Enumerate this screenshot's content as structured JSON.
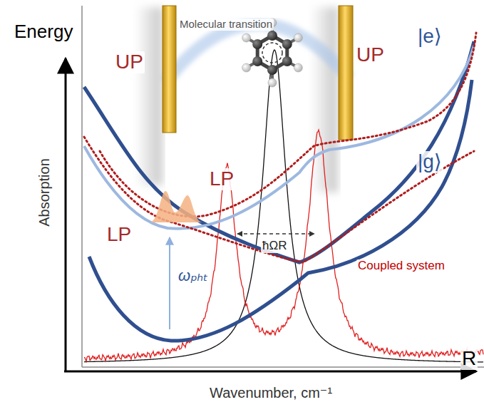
{
  "diagram": {
    "labels": [
      "Energy",
      "Absorption",
      "Molecular transition",
      "UP",
      "UP",
      "LP",
      "LP",
      "|e⟩",
      "|g⟩",
      "ħΩR",
      "Coupled system",
      "ωₚₕₜ",
      "Wavenumber, cm⁻¹",
      "R"
    ]
  }
}
